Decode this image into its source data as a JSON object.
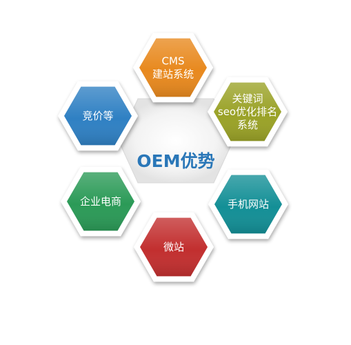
{
  "diagram": {
    "center_title": "OEM优势",
    "center_title_color": "#2a77b8",
    "nodes": [
      {
        "id": "cms",
        "lines": [
          "CMS",
          "建站系统"
        ],
        "color": "#e8891e"
      },
      {
        "id": "keyword",
        "lines": [
          "关键词",
          "seo优化排名",
          "系统"
        ],
        "color": "#9aa227"
      },
      {
        "id": "mobile",
        "lines": [
          "手机网站"
        ],
        "color": "#138f96"
      },
      {
        "id": "weizhan",
        "lines": [
          "微站"
        ],
        "color": "#c22f2f"
      },
      {
        "id": "ecommerce",
        "lines": [
          "企业电商"
        ],
        "color": "#2b9a57"
      },
      {
        "id": "bidding",
        "lines": [
          "竞价等"
        ],
        "color": "#2f80c3"
      }
    ]
  }
}
